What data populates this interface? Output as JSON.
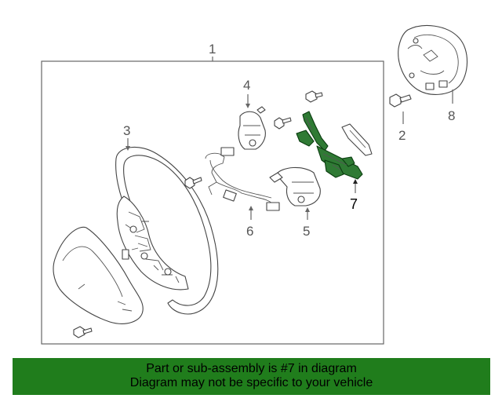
{
  "diagram": {
    "callouts": {
      "c1": "1",
      "c2": "2",
      "c3": "3",
      "c4": "4",
      "c5": "5",
      "c6": "6",
      "c7": "7",
      "c8": "8"
    },
    "highlighted_part": "7",
    "highlight_color": "#2f7a34"
  },
  "banner": {
    "line1": "Part or sub-assembly is #7 in diagram",
    "line2": "Diagram may not be specific to your vehicle",
    "background": "#207d1c"
  }
}
